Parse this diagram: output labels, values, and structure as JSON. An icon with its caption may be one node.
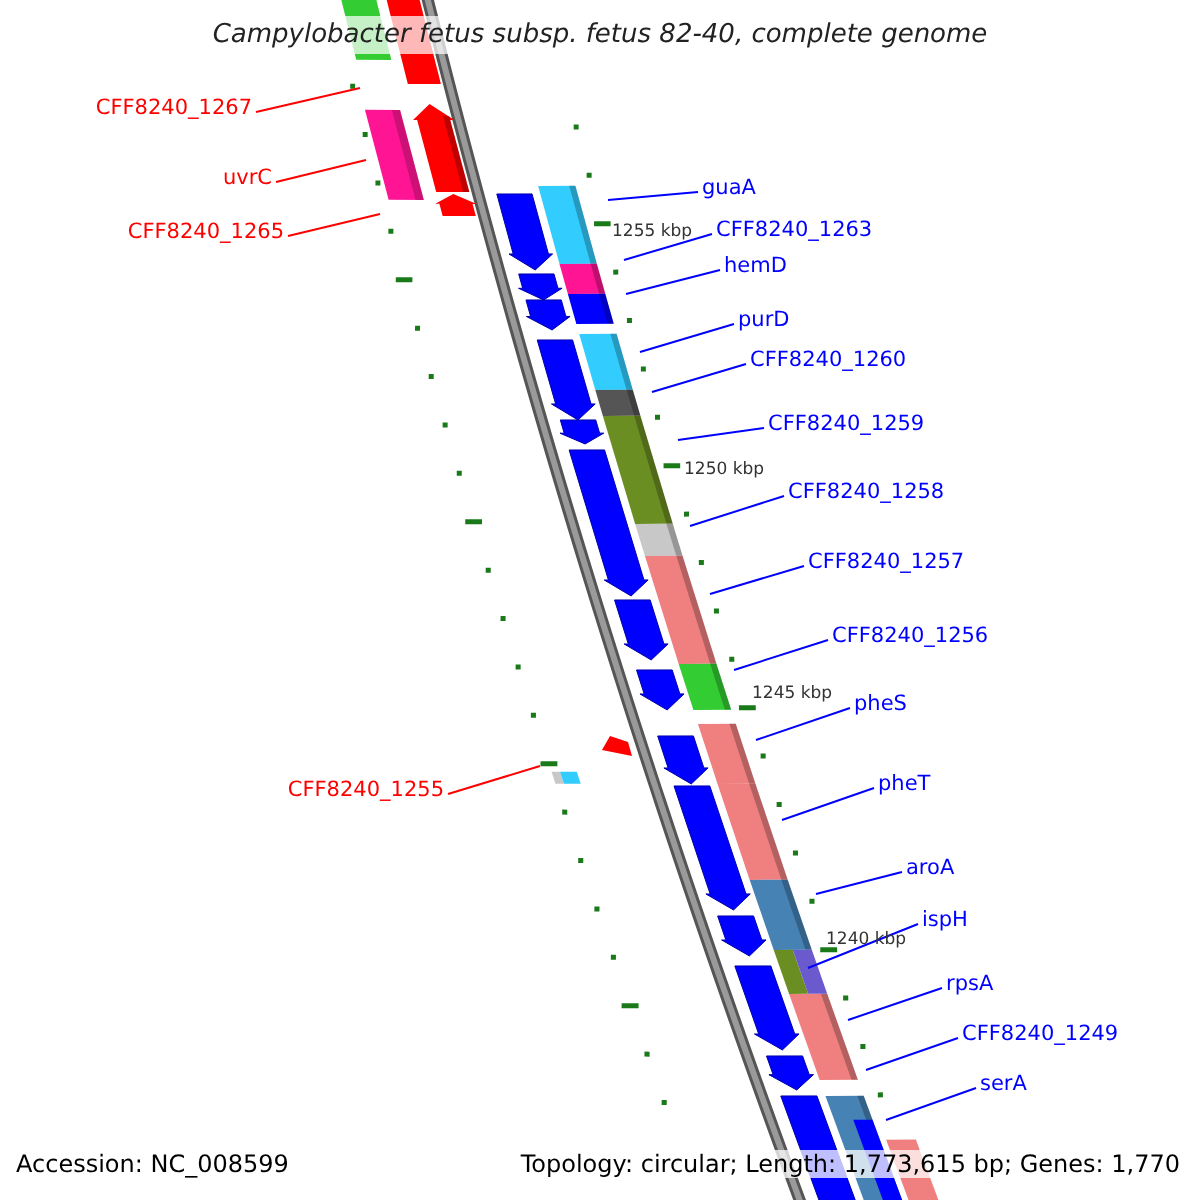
{
  "diagram": {
    "title": "Campylobacter fetus subsp. fetus 82-40, complete genome",
    "nodes": [
      {
        "text": [
          "CFF8240_1267"
        ]
      },
      {
        "text": [
          "uvrC"
        ]
      },
      {
        "text": [
          "CFF8240_1265"
        ]
      },
      {
        "text": [
          "guaA"
        ]
      },
      {
        "text": [
          "CFF8240_1263"
        ]
      },
      {
        "text": [
          "hemD"
        ]
      },
      {
        "text": [
          "purD"
        ]
      },
      {
        "text": [
          "CFF8240_1260"
        ]
      },
      {
        "text": [
          "CFF8240_1259"
        ]
      },
      {
        "text": [
          "CFF8240_1258"
        ]
      },
      {
        "text": [
          "CFF8240_1257"
        ]
      },
      {
        "text": [
          "CFF8240_1256"
        ]
      },
      {
        "text": [
          "pheS"
        ]
      },
      {
        "text": [
          "CFF8240_1255"
        ]
      },
      {
        "text": [
          "pheT"
        ]
      },
      {
        "text": [
          "aroA"
        ]
      },
      {
        "text": [
          "ispH"
        ]
      },
      {
        "text": [
          "rpsA"
        ]
      },
      {
        "text": [
          "CFF8240_1249"
        ]
      },
      {
        "text": [
          "serA"
        ]
      }
    ],
    "edges": [
      {
        "from": 0,
        "to": null,
        "arrow": "none",
        "color": "#ff0000"
      },
      {
        "from": 1,
        "to": null,
        "arrow": "none",
        "color": "#ff0000"
      },
      {
        "from": 2,
        "to": null,
        "arrow": "none",
        "color": "#ff0000"
      },
      {
        "from": 3,
        "to": null,
        "arrow": "none"
      },
      {
        "from": 4,
        "to": null,
        "arrow": "none"
      },
      {
        "from": 5,
        "to": null,
        "arrow": "none"
      },
      {
        "from": 6,
        "to": null,
        "arrow": "none"
      },
      {
        "from": 7,
        "to": null,
        "arrow": "none"
      },
      {
        "from": 8,
        "to": null,
        "arrow": "none"
      },
      {
        "from": 9,
        "to": null,
        "arrow": "none"
      },
      {
        "from": 10,
        "to": null,
        "arrow": "none"
      },
      {
        "from": 11,
        "to": null,
        "arrow": "none"
      },
      {
        "from": 12,
        "to": null,
        "arrow": "none"
      },
      {
        "from": 13,
        "to": null,
        "arrow": "none",
        "color": "#ff0000"
      },
      {
        "from": 14,
        "to": null,
        "arrow": "none"
      },
      {
        "from": 15,
        "to": null,
        "arrow": "none"
      },
      {
        "from": 16,
        "to": null,
        "arrow": "none"
      },
      {
        "from": 17,
        "to": null,
        "arrow": "none"
      },
      {
        "from": 18,
        "to": null,
        "arrow": "none"
      },
      {
        "from": 19,
        "to": null,
        "arrow": "none"
      }
    ],
    "labels": [
      "1255 kbp",
      "1250 kbp",
      "1245 kbp",
      "1240 kbp",
      "Accession: NC_008599",
      "Topology: circular; Length: 1,773,615 bp; Genes: 1,770"
    ]
  }
}
